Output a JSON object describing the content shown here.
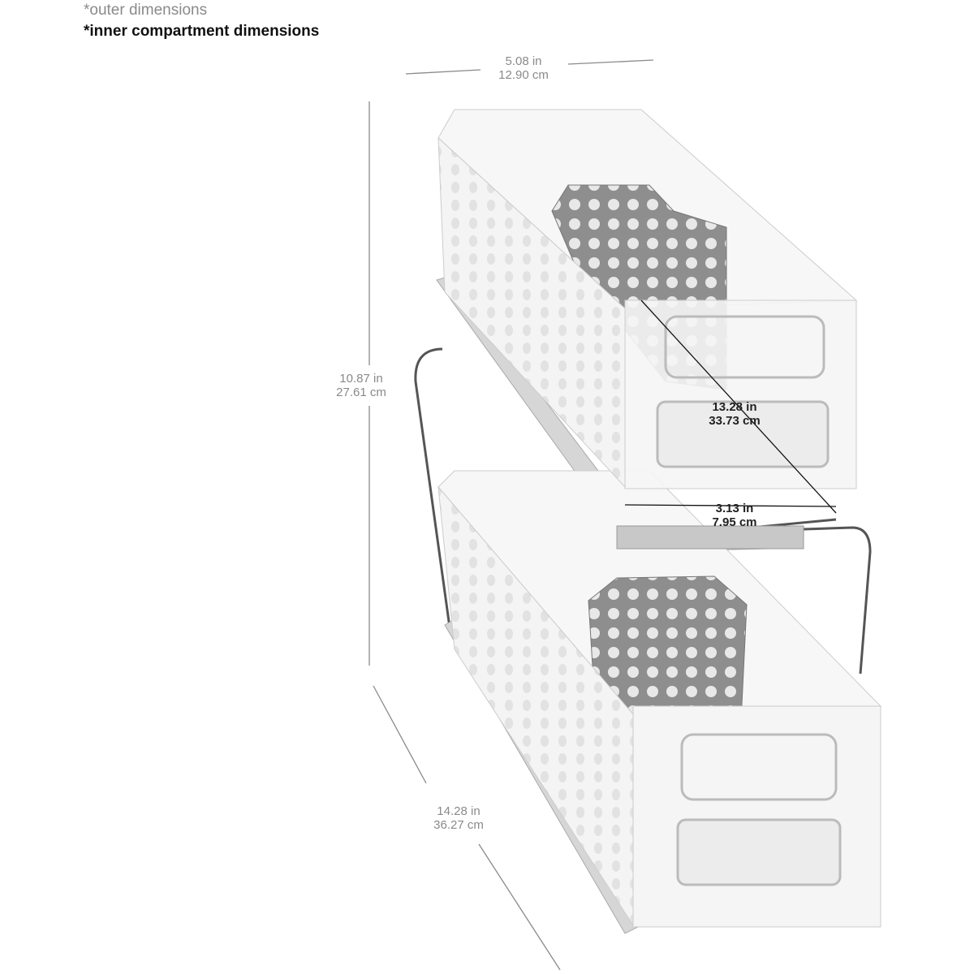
{
  "legend": {
    "outer_label": "*outer dimensions",
    "inner_label": "*inner compartment dimensions",
    "outer_color": "#8a8a8a",
    "inner_color": "#111111"
  },
  "dimensions": {
    "width": {
      "in": "5.08 in",
      "cm": "12.90 cm"
    },
    "height": {
      "in": "10.87 in",
      "cm": "27.61 cm"
    },
    "depth": {
      "in": "14.28 in",
      "cm": "36.27 cm"
    },
    "inner_length": {
      "in": "13.28 in",
      "cm": "33.73 cm"
    },
    "inner_width": {
      "in": "3.13 in",
      "cm": "7.95 cm"
    }
  }
}
